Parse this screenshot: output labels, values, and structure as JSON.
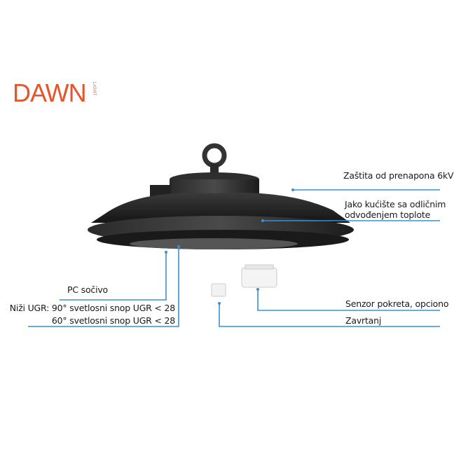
{
  "brand": {
    "name": "DAWN",
    "sub": "LIGHT",
    "color": "#e8542a"
  },
  "accent_line_color": "#3a8fd6",
  "callouts": {
    "surge": "Zaštita od prenapona 6kV",
    "housing_line1": "Jako kućište sa odličnim",
    "housing_line2": "odvođenjem toplote",
    "lens": "PC sočivo",
    "ugr_line1": "Niži UGR: 90° svetlosni snop UGR  < 28",
    "ugr_line2": "60° svetlosni snop UGR  < 28",
    "sensor": "Senzor pokreta, opciono",
    "screw": "Zavrtanj"
  }
}
